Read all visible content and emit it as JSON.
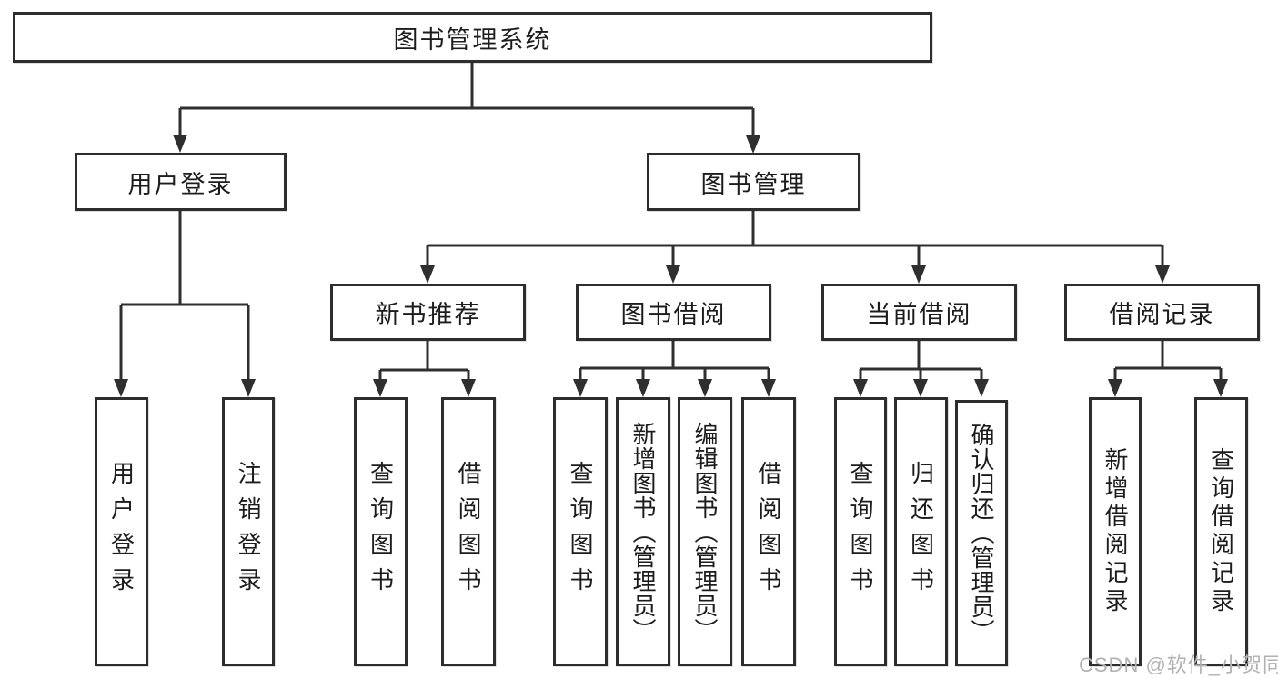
{
  "tree": {
    "root": "图书管理系统",
    "children": [
      {
        "label": "用户登录",
        "children": [
          "用户登录",
          "注销登录"
        ]
      },
      {
        "label": "图书管理",
        "children": [
          {
            "label": "新书推荐",
            "children": [
              "查询图书",
              "借阅图书"
            ]
          },
          {
            "label": "图书借阅",
            "children": [
              "查询图书",
              "新增图书（管理员）",
              "编辑图书（管理员）",
              "借阅图书"
            ]
          },
          {
            "label": "当前借阅",
            "children": [
              "查询图书",
              "归还图书",
              "确认归还（管理员）"
            ]
          },
          {
            "label": "借阅记录",
            "children": [
              "新增借阅记录",
              "查询借阅记录"
            ]
          }
        ]
      }
    ]
  },
  "watermark": "CSDN @软件_小贺同学",
  "colors": {
    "line": "#2f2f2f",
    "box_border": "#2d2d2d",
    "text": "#1c1c1c",
    "background": "#ffffff",
    "watermark": "#b2b2b2"
  }
}
